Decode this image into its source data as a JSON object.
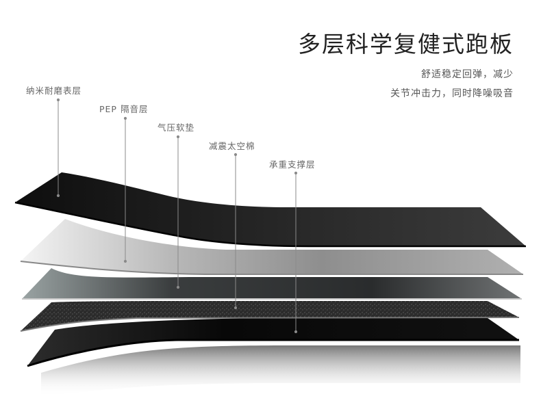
{
  "header": {
    "title": "多层科学复健式跑板",
    "subtitle_line1": "舒适稳定回弹，减少",
    "subtitle_line2": "关节冲击力，同时降噪吸音"
  },
  "layers": [
    {
      "label": "纳米耐磨表层",
      "color": "#1a1a1a"
    },
    {
      "label": "PEP 隔音层",
      "color": "#bdbdbd"
    },
    {
      "label": "气压软垫",
      "color": "#6f7475"
    },
    {
      "label": "减震太空棉",
      "color": "#3a3a3a"
    },
    {
      "label": "承重支撑层",
      "color": "#0a0a0a"
    }
  ]
}
